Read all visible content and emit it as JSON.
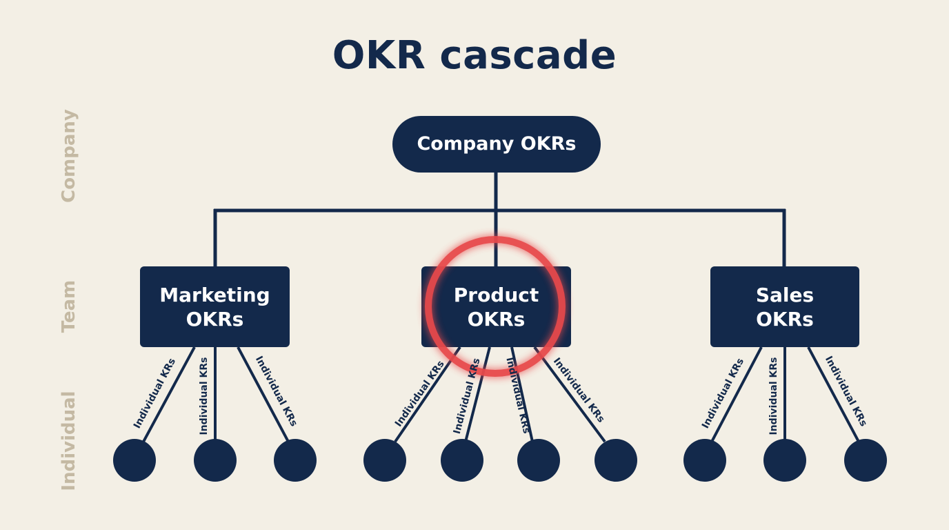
{
  "title": "OKR cascade",
  "levels": {
    "company": "Company",
    "team": "Team",
    "individual": "Individual"
  },
  "company_node": {
    "label": "Company OKRs"
  },
  "teams": [
    {
      "line1": "Marketing",
      "line2": "OKRs",
      "highlighted": false
    },
    {
      "line1": "Product",
      "line2": "OKRs",
      "highlighted": true
    },
    {
      "line1": "Sales",
      "line2": "OKRs",
      "highlighted": false
    }
  ],
  "connector_label": "Individual KRs",
  "colors": {
    "navy": "#13294b",
    "highlight": "#e8484c",
    "background": "#f3efe5",
    "level_label": "#c4b9a3"
  }
}
